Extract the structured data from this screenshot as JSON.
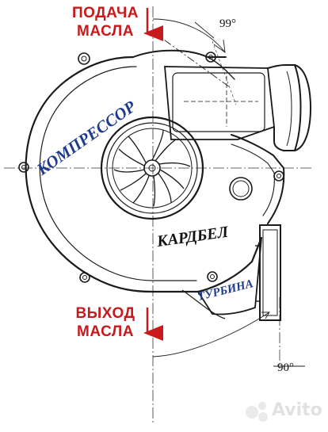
{
  "labels": {
    "oil_supply_line1": "ПОДАЧА",
    "oil_supply_line2": "МАСЛА",
    "oil_outlet_line1": "ВЫХОД",
    "oil_outlet_line2": "МАСЛА",
    "compressor": "КОМПРЕССОР",
    "turbine": "ТУРБИНА",
    "brand": "КАРДБЕЛ",
    "angle_top": "99°",
    "angle_bottom": "90°",
    "watermark": "Avito"
  },
  "colors": {
    "red": "#c8191c",
    "blue": "#1f3a8c",
    "line": "#1a1a1a"
  }
}
